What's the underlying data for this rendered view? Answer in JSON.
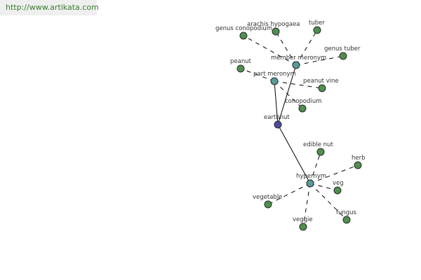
{
  "watermark": {
    "text": "http://www.artikata.com"
  },
  "colors": {
    "center": "#4a4aa0",
    "relation": "#5a9a9a",
    "leaf": "#4f8f4f"
  },
  "graph": {
    "nodes": [
      {
        "id": "earthnut",
        "label": "earthnut",
        "kind": "center"
      },
      {
        "id": "member_meronym",
        "label": "member meronym",
        "kind": "relation"
      },
      {
        "id": "part_meronym",
        "label": "part meronym",
        "kind": "relation"
      },
      {
        "id": "hypernym",
        "label": "hypernym",
        "kind": "relation"
      },
      {
        "id": "genus_conopodium",
        "label": "genus conopodium",
        "kind": "leaf"
      },
      {
        "id": "arachis_hypogaea",
        "label": "arachis hypogaea",
        "kind": "leaf"
      },
      {
        "id": "tuber",
        "label": "tuber",
        "kind": "leaf"
      },
      {
        "id": "genus_tuber",
        "label": "genus tuber",
        "kind": "leaf"
      },
      {
        "id": "peanut",
        "label": "peanut",
        "kind": "leaf"
      },
      {
        "id": "peanut_vine",
        "label": "peanut vine",
        "kind": "leaf"
      },
      {
        "id": "conopodium",
        "label": "conopodium",
        "kind": "leaf"
      },
      {
        "id": "edible_nut",
        "label": "edible nut",
        "kind": "leaf"
      },
      {
        "id": "herb",
        "label": "herb",
        "kind": "leaf"
      },
      {
        "id": "veg",
        "label": "veg",
        "kind": "leaf"
      },
      {
        "id": "vegetable",
        "label": "vegetable",
        "kind": "leaf"
      },
      {
        "id": "fungus",
        "label": "fungus",
        "kind": "leaf"
      },
      {
        "id": "veggie",
        "label": "veggie",
        "kind": "leaf"
      }
    ],
    "edges": [
      {
        "from": "earthnut",
        "to": "member_meronym",
        "style": "solid"
      },
      {
        "from": "earthnut",
        "to": "part_meronym",
        "style": "solid"
      },
      {
        "from": "earthnut",
        "to": "hypernym",
        "style": "solid"
      },
      {
        "from": "member_meronym",
        "to": "genus_conopodium",
        "style": "dashed"
      },
      {
        "from": "member_meronym",
        "to": "arachis_hypogaea",
        "style": "dashed"
      },
      {
        "from": "member_meronym",
        "to": "tuber",
        "style": "dashed"
      },
      {
        "from": "member_meronym",
        "to": "genus_tuber",
        "style": "dashed"
      },
      {
        "from": "part_meronym",
        "to": "peanut",
        "style": "dashed"
      },
      {
        "from": "part_meronym",
        "to": "peanut_vine",
        "style": "dashed"
      },
      {
        "from": "part_meronym",
        "to": "conopodium",
        "style": "dashed"
      },
      {
        "from": "hypernym",
        "to": "edible_nut",
        "style": "dashed"
      },
      {
        "from": "hypernym",
        "to": "herb",
        "style": "dashed"
      },
      {
        "from": "hypernym",
        "to": "veg",
        "style": "dashed"
      },
      {
        "from": "hypernym",
        "to": "vegetable",
        "style": "dashed"
      },
      {
        "from": "hypernym",
        "to": "fungus",
        "style": "dashed"
      },
      {
        "from": "hypernym",
        "to": "veggie",
        "style": "dashed"
      }
    ]
  }
}
